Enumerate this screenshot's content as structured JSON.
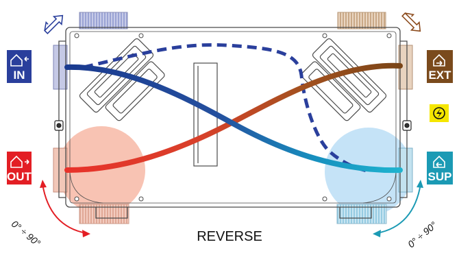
{
  "caption": "REVERSE",
  "ports": {
    "in": {
      "label": "IN",
      "color": "#2a3f9c"
    },
    "ext": {
      "label": "EXT",
      "color": "#7a4a1c"
    },
    "out": {
      "label": "OUT",
      "color": "#e31e24"
    },
    "sup": {
      "label": "SUP",
      "color": "#1b9ab4"
    }
  },
  "angle_left": "0° ÷ 90°",
  "angle_right": "0° ÷ 90°",
  "colors": {
    "indoor_stream": "#1a3a8f",
    "supply_stream": "#1fa8c8",
    "outdoor_stream": "#e8322a",
    "exhaust_stream": "#8b4a1c",
    "hot_zone": "#f7b6a3",
    "cold_zone": "#b8dcf5",
    "electrical_badge": "#f5e600"
  }
}
